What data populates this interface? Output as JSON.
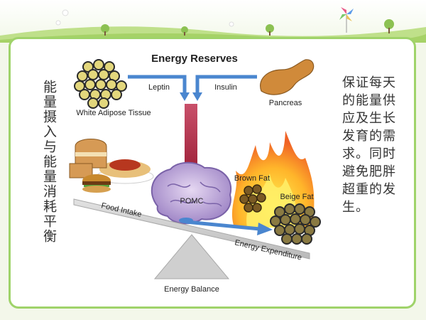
{
  "diagram": {
    "title": "Energy Reserves",
    "labels": {
      "leptin": "Leptin",
      "insulin": "Insulin",
      "white_adipose": "White Adipose Tissue",
      "pancreas": "Pancreas",
      "brown_fat": "Brown Fat",
      "beige_fat": "Beige Fat",
      "pomc": "POMC",
      "food_intake": "Food Intake",
      "energy_expenditure": "Energy Expenditure",
      "energy_balance": "Energy Balance"
    }
  },
  "side_text": {
    "left": "能量摄入与能量消耗平衡",
    "right": "保证每天的能量供应及生长发育的需求。同时避免肥胖超重的发生。"
  },
  "colors": {
    "card_border": "#9fd36a",
    "arrow_blue": "#4a86cf",
    "arrow_red": "#b8344a",
    "brain": "#a58cc8",
    "scale": "#c8c8c8"
  }
}
